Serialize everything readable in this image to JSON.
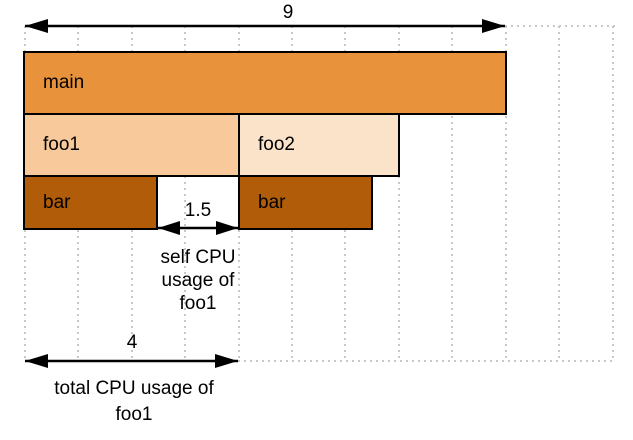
{
  "frames": [
    {
      "label": "main",
      "depth": 0,
      "start": 0,
      "duration": 9
    },
    {
      "label": "foo1",
      "depth": 1,
      "start": 0,
      "duration": 4
    },
    {
      "label": "foo2",
      "depth": 1,
      "start": 4,
      "duration": 3
    },
    {
      "label": "bar",
      "depth": 2,
      "start": 0,
      "duration": 2.5
    },
    {
      "label": "bar",
      "depth": 2,
      "start": 4,
      "duration": 2.5
    }
  ],
  "annotations": {
    "total_width_value": "9",
    "self_cpu_value": "1.5",
    "self_cpu_caption": "self CPU usage of foo1",
    "total_cpu_value": "4",
    "total_cpu_caption": "total CPU usage of foo1"
  },
  "colors": {
    "frame_main": "#e8923c",
    "frame_foo1": "#f8ca9b",
    "frame_foo2": "#fbe3c9",
    "frame_bar": "#b05c09",
    "grid": "#c8c8c8",
    "border": "#000000"
  }
}
